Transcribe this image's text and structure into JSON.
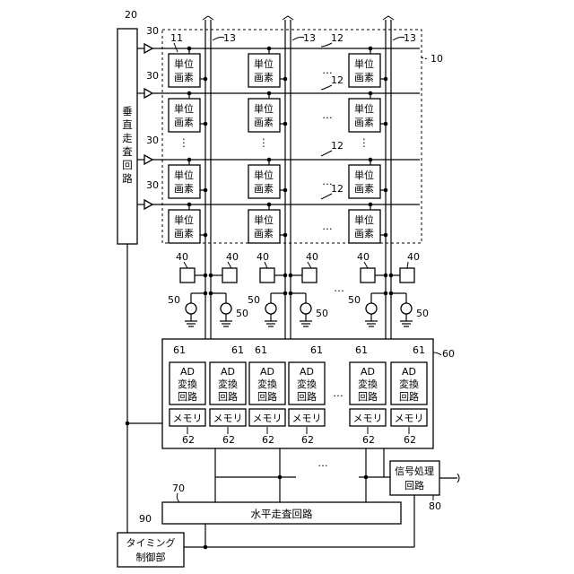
{
  "labels": {
    "ref_vertical": "20",
    "ref_array": "10",
    "ref_pixel": "11",
    "ref_vline": "12",
    "ref_col": "13",
    "ref_row": "30",
    "ref_load": "40",
    "ref_current": "50",
    "ref_column_block": "60",
    "ref_adc": "61",
    "ref_memory": "62",
    "ref_horizontal": "70",
    "ref_signal": "80",
    "ref_timing": "90",
    "vertical_scan": [
      "垂",
      "直",
      "走",
      "査",
      "回",
      "路"
    ],
    "pixel_line1": "単位",
    "pixel_line2": "画素",
    "adc_line1": "AD",
    "adc_line2": "変換",
    "adc_line3": "回路",
    "memory": "メモリ",
    "horizontal_scan": "水平走査回路",
    "signal_line1": "信号処理",
    "signal_line2": "回路",
    "timing_line1": "タイミング",
    "timing_line2": "制御部",
    "ellipsis": "…",
    "vdots": "⋮"
  }
}
